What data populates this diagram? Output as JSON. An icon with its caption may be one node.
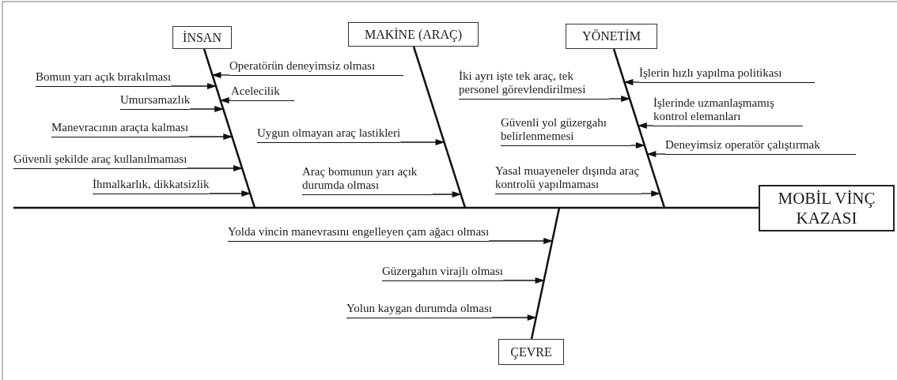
{
  "diagram": {
    "nodes": [
      {
        "text": [
          "İNSAN"
        ]
      },
      {
        "text": [
          "MAKİNE (ARAÇ)"
        ]
      },
      {
        "text": [
          "YÖNETİM"
        ]
      },
      {
        "text": [
          "Operatörün deneyimsiz olması"
        ]
      },
      {
        "text": [
          "Bomun yarı açık bırakılması"
        ]
      },
      {
        "text": [
          "Acelecilik"
        ]
      },
      {
        "text": [
          "Umursamazlık"
        ]
      },
      {
        "text": [
          "Manevracının araçta kalması"
        ]
      },
      {
        "text": [
          "Güvenli şekilde araç kullanılmaması"
        ]
      },
      {
        "text": [
          "İhmalkarlık, dikkatsizlik"
        ]
      },
      {
        "text": [
          "Uygun olmayan araç lastikleri"
        ]
      },
      {
        "text": [
          "Araç bomunun yarı açık durumda olması"
        ]
      },
      {
        "text": [
          "İki ayrı işte tek araç, tek personel görevlendirilmesi"
        ]
      },
      {
        "text": [
          "İşlerin hızlı yapılma politikası"
        ]
      },
      {
        "text": [
          "İşlerinde uzmanlaşmamış kontrol elemanları"
        ]
      },
      {
        "text": [
          "Güvenli yol güzergahı belirlenmemesi"
        ]
      },
      {
        "text": [
          "Deneyimsiz operatör çalıştırmak"
        ]
      },
      {
        "text": [
          "Yasal muayeneler dışında araç kontrolü yapılmaması"
        ]
      },
      {
        "text": [
          "MOBİL VİNÇ KAZASI"
        ]
      },
      {
        "text": [
          "Yolda vincin manevrasını engelleyen çam ağacı olması"
        ]
      },
      {
        "text": [
          "Güzergahın virajlı olması"
        ]
      },
      {
        "text": [
          "Yolun kaygan durumda olması"
        ]
      },
      {
        "text": [
          "ÇEVRE"
        ]
      },
      {
        "text": [],
        "shape": "line"
      },
      {
        "text": [],
        "shape": "line"
      },
      {
        "text": [],
        "shape": "line"
      },
      {
        "text": [],
        "shape": "line"
      }
    ],
    "edges": [
      {
        "from": 3,
        "to": 23,
        "arrow": "to"
      },
      {
        "from": 4,
        "to": 23,
        "arrow": "to"
      },
      {
        "from": 5,
        "to": 23,
        "arrow": "to"
      },
      {
        "from": 6,
        "to": 23,
        "arrow": "to"
      },
      {
        "from": 7,
        "to": 23,
        "arrow": "to"
      },
      {
        "from": 8,
        "to": 23,
        "arrow": "to"
      },
      {
        "from": 9,
        "to": 23,
        "arrow": "to"
      },
      {
        "from": 10,
        "to": 24,
        "arrow": "to"
      },
      {
        "from": 11,
        "to": 24,
        "arrow": "to"
      },
      {
        "from": 12,
        "to": 25,
        "arrow": "to"
      },
      {
        "from": 13,
        "to": 25,
        "arrow": "to"
      },
      {
        "from": 14,
        "to": 25,
        "arrow": "to"
      },
      {
        "from": 15,
        "to": 25,
        "arrow": "to"
      },
      {
        "from": 16,
        "to": 25,
        "arrow": "to"
      },
      {
        "from": 17,
        "to": 25,
        "arrow": "to"
      },
      {
        "from": 19,
        "to": 26,
        "arrow": "to"
      },
      {
        "from": 20,
        "to": 26,
        "arrow": "to"
      },
      {
        "from": 21,
        "to": 26,
        "arrow": "to"
      }
    ]
  }
}
